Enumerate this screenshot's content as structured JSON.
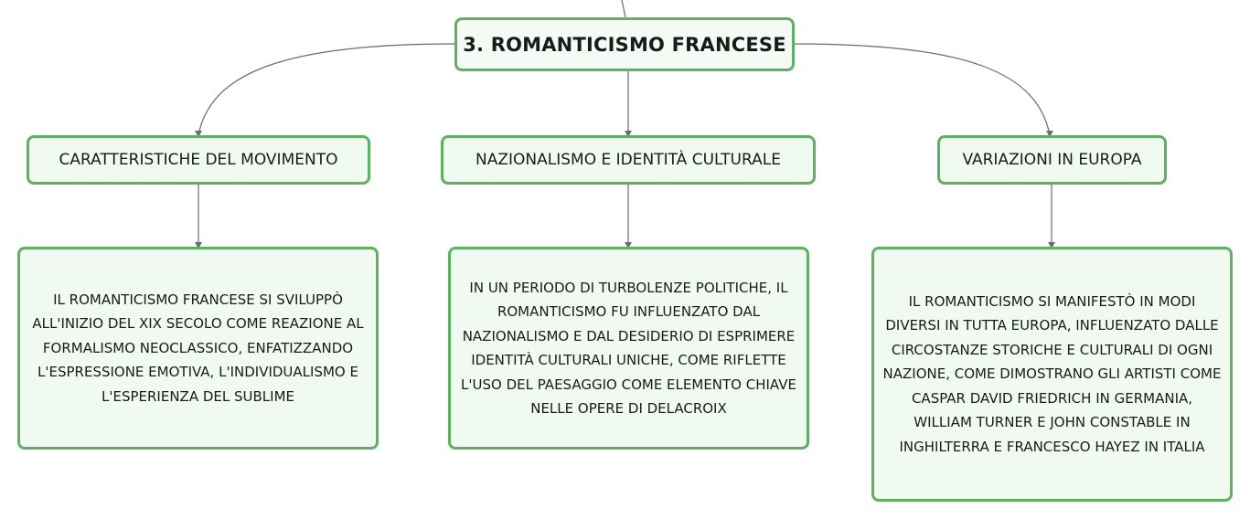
{
  "central_topic": "3. ROMANTICISMO FRANCESE",
  "branches": [
    {
      "title": "CARATTERISTICHE DEL MOVIMENTO",
      "detail": "IL ROMANTICISMO FRANCESE SI SVILUPPÒ ALL'INIZIO DEL XIX SECOLO COME REAZIONE AL FORMALISMO NEOCLASSICO, ENFATIZZANDO L'ESPRESSIONE EMOTIVA, L'INDIVIDUALISMO E L'ESPERIENZA DEL SUBLIME"
    },
    {
      "title": "NAZIONALISMO E IDENTITÀ CULTURALE",
      "detail": "IN UN PERIODO DI TURBOLENZE POLITICHE, IL ROMANTICISMO FU INFLUENZATO DAL NAZIONALISMO E DAL DESIDERIO DI ESPRIMERE IDENTITÀ CULTURALI UNICHE, COME RIFLETTE L'USO DEL PAESAGGIO COME ELEMENTO CHIAVE NELLE OPERE DI DELACROIX"
    },
    {
      "title": "VARIAZIONI IN EUROPA",
      "detail": "IL ROMANTICISMO SI MANIFESTÒ IN MODI DIVERSI IN TUTTA EUROPA, INFLUENZATO DALLE CIRCOSTANZE STORICHE E CULTURALI DI OGNI NAZIONE, COME DIMOSTRANO GLI ARTISTI COME CASPAR DAVID FRIEDRICH IN GERMANIA, WILLIAM TURNER E JOHN CONSTABLE IN INGHILTERRA E FRANCESCO HAYEZ IN ITALIA"
    }
  ],
  "colors": {
    "node_border": "#5bb35f",
    "node_fill": "#f1faf1",
    "connector": "#6b6b6b"
  }
}
